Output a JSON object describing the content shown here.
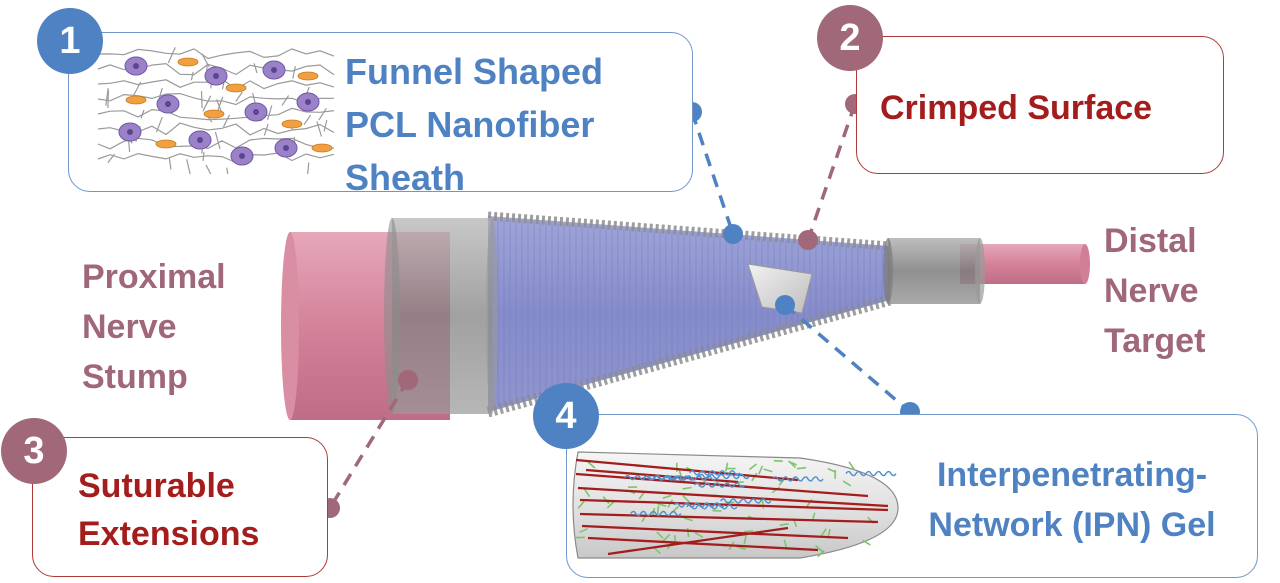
{
  "callouts": [
    {
      "number": "1",
      "lines": [
        "Funnel Shaped",
        "PCL Nanofiber",
        "Sheath"
      ]
    },
    {
      "number": "2",
      "lines": [
        "Crimped Surface"
      ]
    },
    {
      "number": "3",
      "lines": [
        "Suturable",
        "Extensions"
      ]
    },
    {
      "number": "4",
      "lines": [
        "Interpenetrating-",
        "Network (IPN) Gel"
      ]
    }
  ],
  "labels": {
    "proximal": [
      "Proximal",
      "Nerve",
      "Stump"
    ],
    "distal": [
      "Distal",
      "Nerve",
      "Target"
    ]
  },
  "colors": {
    "badge_blue": "#4f82c2",
    "badge_mauve": "#a06878",
    "nerve_pink": "#d4829a",
    "sheath_blue": "#7f86c8",
    "extension_gray": "#8a8a8a",
    "fiber_red": "#a31d1d"
  }
}
